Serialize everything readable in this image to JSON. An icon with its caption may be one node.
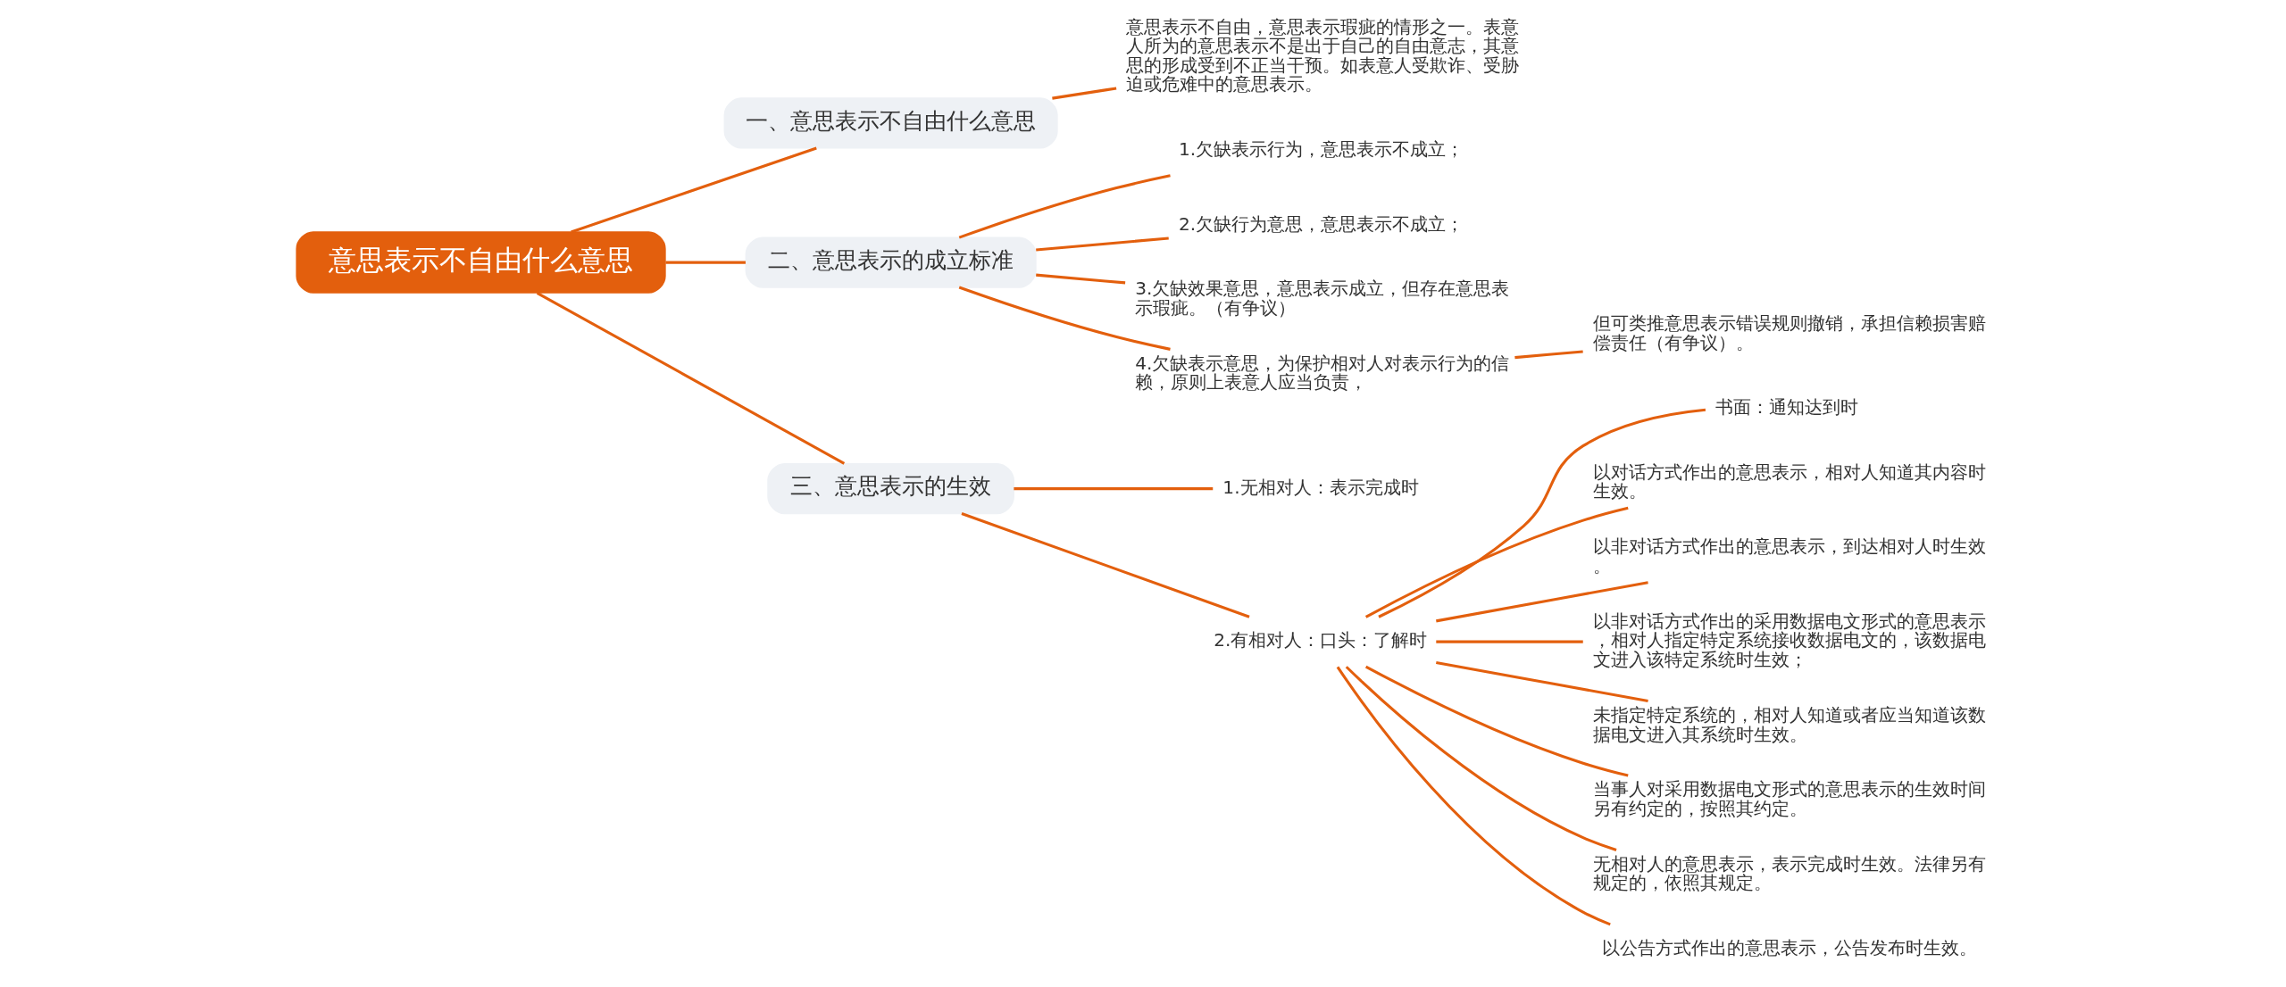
{
  "diagram": {
    "nodes": [
      {
        "text": [
          "意思表示不自由什么意思"
        ]
      },
      {
        "text": [
          "一、意思表示不自由什么意思"
        ]
      },
      {
        "text": [
          "意思表示不自由，意思表示瑕疵的情形之一。表意人所为的意思表示不是出于自己的自由意志，其意思的形成受到不正当干预。如表意人受欺诈、受胁迫或危难中的意思表示。"
        ]
      },
      {
        "text": [
          "二、意思表示的成立标准"
        ]
      },
      {
        "text": [
          "1.欠缺表示行为，意思表示不成立；"
        ]
      },
      {
        "text": [
          "2.欠缺行为意思，意思表示不成立；"
        ]
      },
      {
        "text": [
          "3.欠缺效果意思，意思表示成立，但存在意思表示瑕疵。（有争议）"
        ]
      },
      {
        "text": [
          "4.欠缺表示意思，为保护相对人对表示行为的信赖，原则上表意人应当负责，"
        ]
      },
      {
        "text": [
          "但可类推意思表示错误规则撤销，承担信赖损害赔偿责任（有争议）。"
        ]
      },
      {
        "text": [
          "三、意思表示的生效"
        ]
      },
      {
        "text": [
          "1.无相对人：表示完成时"
        ]
      },
      {
        "text": [
          "2.有相对人：口头：了解时"
        ]
      },
      {
        "text": [
          "书面：通知达到时"
        ]
      },
      {
        "text": [
          "以对话方式作出的意思表示，相对人知道其内容时生效。"
        ]
      },
      {
        "text": [
          "以非对话方式作出的意思表示，到达相对人时生效。"
        ]
      },
      {
        "text": [
          "以非对话方式作出的采用数据电文形式的意思表示，相对人指定特定系统接收数据电文的，该数据电文进入该特定系统时生效；"
        ]
      },
      {
        "text": [
          "未指定特定系统的，相对人知道或者应当知道该数据电文进入其系统时生效。"
        ]
      },
      {
        "text": [
          "当事人对采用数据电文形式的意思表示的生效时间另有约定的，按照其约定。"
        ]
      },
      {
        "text": [
          "无相对人的意思表示，表示完成时生效。法律另有规定的，依照其规定。"
        ]
      },
      {
        "text": [
          "以公告方式作出的意思表示，公告发布时生效。"
        ]
      }
    ],
    "edges": [
      {
        "from": 0,
        "to": 1,
        "arrow": "none"
      },
      {
        "from": 1,
        "to": 2,
        "arrow": "none"
      },
      {
        "from": 0,
        "to": 3,
        "arrow": "none"
      },
      {
        "from": 3,
        "to": 4,
        "arrow": "none"
      },
      {
        "from": 3,
        "to": 5,
        "arrow": "none"
      },
      {
        "from": 3,
        "to": 6,
        "arrow": "none"
      },
      {
        "from": 3,
        "to": 7,
        "arrow": "none"
      },
      {
        "from": 7,
        "to": 8,
        "arrow": "none"
      },
      {
        "from": 0,
        "to": 9,
        "arrow": "none"
      },
      {
        "from": 9,
        "to": 10,
        "arrow": "none"
      },
      {
        "from": 9,
        "to": 11,
        "arrow": "none"
      },
      {
        "from": 11,
        "to": 12,
        "arrow": "none"
      },
      {
        "from": 11,
        "to": 13,
        "arrow": "none"
      },
      {
        "from": 11,
        "to": 14,
        "arrow": "none"
      },
      {
        "from": 11,
        "to": 15,
        "arrow": "none"
      },
      {
        "from": 11,
        "to": 16,
        "arrow": "none"
      },
      {
        "from": 11,
        "to": 17,
        "arrow": "none"
      },
      {
        "from": 11,
        "to": 18,
        "arrow": "none"
      },
      {
        "from": 11,
        "to": 19,
        "arrow": "none"
      }
    ]
  }
}
